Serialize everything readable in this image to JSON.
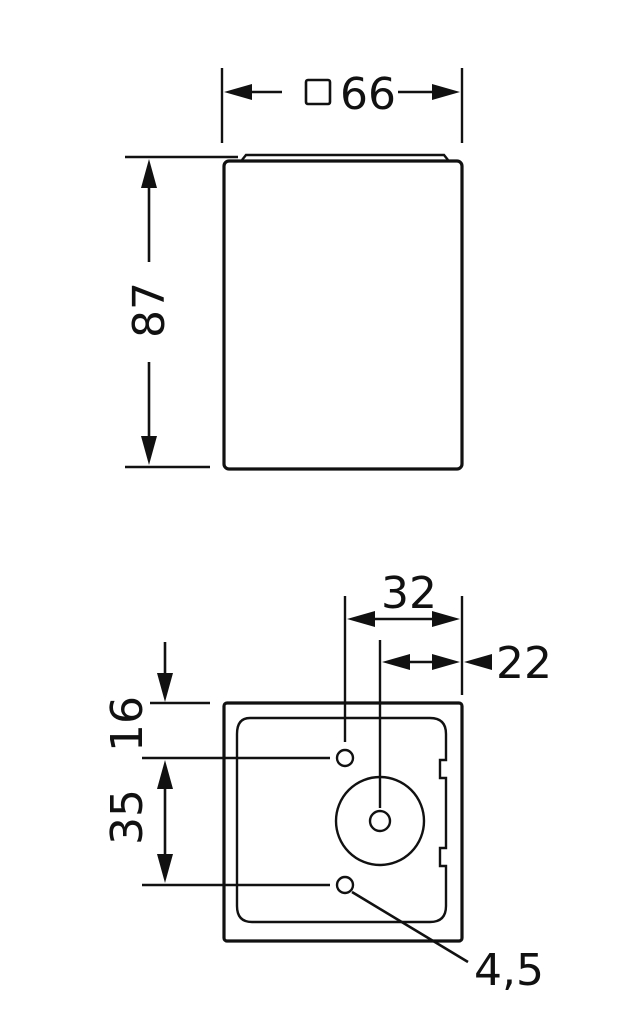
{
  "drawing": {
    "width_label": "66",
    "height_label": "87",
    "hole_spacing_x_label": "32",
    "center_offset_label": "22",
    "top_offset_label": "16",
    "hole_spacing_y_label": "35",
    "hole_diameter_label": "4,5",
    "square_symbol": "square-symbol"
  }
}
